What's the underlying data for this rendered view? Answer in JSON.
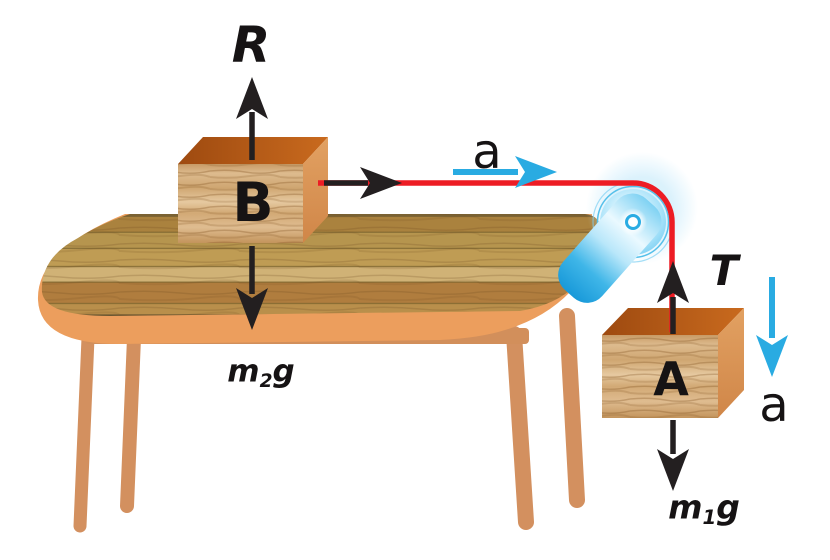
{
  "diagram": {
    "caption": "Block B resting on a table is connected by a red rope over a blue pulley at the table edge to hanging block A",
    "labels": {
      "reaction_force": "R",
      "block_b": "B",
      "acceleration_top": "a",
      "tension": "T",
      "block_a": "A",
      "acceleration_side": "a",
      "weight_b": {
        "m": "m",
        "sub": "2",
        "g": "g"
      },
      "weight_a": {
        "m": "m",
        "sub": "1",
        "g": "g"
      }
    },
    "arrows": [
      {
        "name": "reaction-R",
        "direction": "up",
        "color": "#231F20"
      },
      {
        "name": "weight-m2g",
        "direction": "down",
        "color": "#231F20"
      },
      {
        "name": "tension-on-B",
        "direction": "right",
        "color": "#231F20"
      },
      {
        "name": "acceleration-top",
        "direction": "right",
        "color": "#29ABE2"
      },
      {
        "name": "tension-T-on-A",
        "direction": "up",
        "color": "#231F20"
      },
      {
        "name": "weight-m1g",
        "direction": "down",
        "color": "#231F20"
      },
      {
        "name": "acceleration-side",
        "direction": "down",
        "color": "#29ABE2"
      }
    ],
    "colors": {
      "rope": "#ED1C24",
      "acceleration_arrow": "#29ABE2",
      "force_arrow": "#231F20",
      "pulley_blue": "#1B9CD8",
      "table_rim": "#EC9E5D",
      "table_apron": "#D28F5B",
      "table_legs": "#D3905F",
      "block_top_face": "#C0601B",
      "block_side_face": "#DE9C5C",
      "block_front_face": "#D9B183"
    }
  }
}
